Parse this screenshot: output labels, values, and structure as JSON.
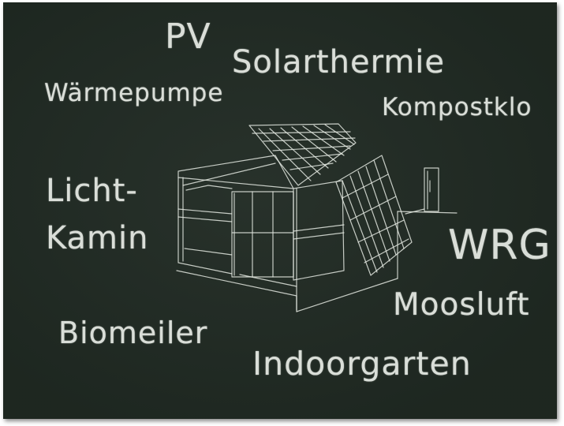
{
  "words": {
    "pv": "PV",
    "solarthermie": "Solarthermie",
    "kompostklo": "Kompostklo",
    "waermepumpe": "Wärmepumpe",
    "licht_line1": "Licht-",
    "licht_line2": "Kamin",
    "wrg": "WRG",
    "moosluft": "Moosluft",
    "biomeiler": "Biomeiler",
    "indoorgarten": "Indoorgarten"
  },
  "colors": {
    "board": "#202a23",
    "chalk": "#e8ece6"
  }
}
